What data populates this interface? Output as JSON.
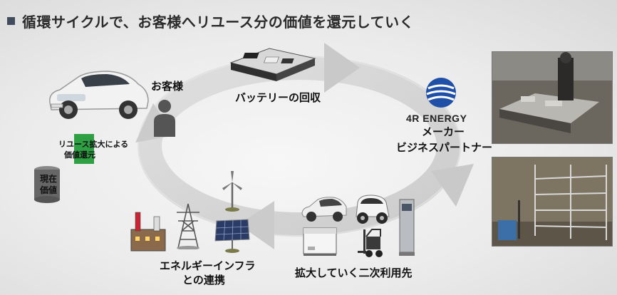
{
  "title": "循環サイクルで、お客様へリユース分の価値を還元していく",
  "labels": {
    "customer": "お客様",
    "battery_recovery": "バッテリーの回収",
    "brand": "4R ENERGY",
    "partner_line1": "メーカー",
    "partner_line2": "ビジネスパートナー",
    "energy_line1": "エネルギーインフラ",
    "energy_line2": "との連携",
    "secondary_use": "拡大していく二次利用先",
    "reuse_line1": "リユース拡大による",
    "reuse_line2": "価値還元",
    "current_line1": "現在",
    "current_line2": "価値"
  },
  "colors": {
    "title_marker": "#404c5c",
    "cycle_arrow": "#d2d2d2",
    "reuse_bar": "#2ea043",
    "current_bar": "#666666",
    "brand_blue": "#1f4fa6"
  },
  "icons": [
    "car-icon",
    "person-icon",
    "battery-pack-icon",
    "4r-logo-icon",
    "factory-icon",
    "pylon-icon",
    "wind-turbine-icon",
    "solar-panel-icon",
    "storage-cabinet-icon",
    "forklift-icon",
    "charger-icon"
  ]
}
